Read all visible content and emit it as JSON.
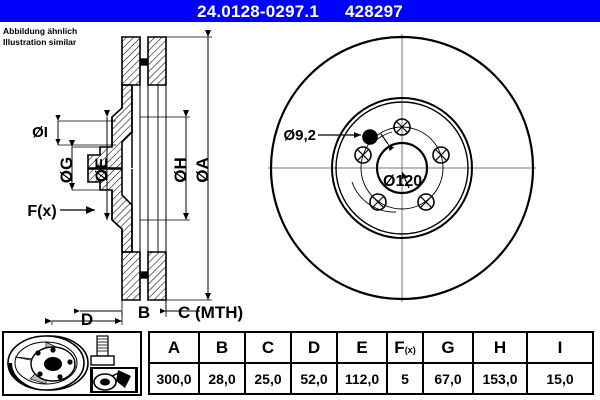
{
  "header": {
    "part_number": "24.0128-0297.1",
    "article_number": "428297",
    "background_color": "#0000FF",
    "text_color": "#FFFFFF"
  },
  "note": {
    "line_de": "Abbildung ähnlich",
    "line_en": "Illustration similar"
  },
  "drawing": {
    "section_view": {
      "name": "cross-section-view",
      "labels": [
        {
          "id": "dia-i",
          "text": "ØI"
        },
        {
          "id": "dia-g",
          "text": "ØG"
        },
        {
          "id": "dia-e",
          "text": "ØE"
        },
        {
          "id": "dia-h",
          "text": "ØH"
        },
        {
          "id": "dia-a",
          "text": "ØA"
        },
        {
          "id": "force-x",
          "text": "F(x)"
        },
        {
          "id": "dim-b",
          "text": "B"
        },
        {
          "id": "dim-c",
          "text": "C (MTH)"
        },
        {
          "id": "dim-d",
          "text": "D"
        }
      ]
    },
    "face_view": {
      "name": "front-face-view",
      "labels": [
        {
          "id": "hole-dia",
          "text": "Ø9,2"
        },
        {
          "id": "bolt-circle",
          "text": "Ø120"
        }
      ],
      "bolt_hole_count": 5
    }
  },
  "icons": {
    "product_photo": "brake-disc-icon",
    "bolt": "bolt-icon",
    "application": "lubricant-application-icon"
  },
  "spec_table": {
    "columns": [
      "A",
      "B",
      "C",
      "D",
      "E",
      "F(x)",
      "G",
      "H",
      "I"
    ],
    "values": [
      "300,0",
      "28,0",
      "25,0",
      "52,0",
      "112,0",
      "5",
      "67,0",
      "153,0",
      "15,0"
    ]
  }
}
